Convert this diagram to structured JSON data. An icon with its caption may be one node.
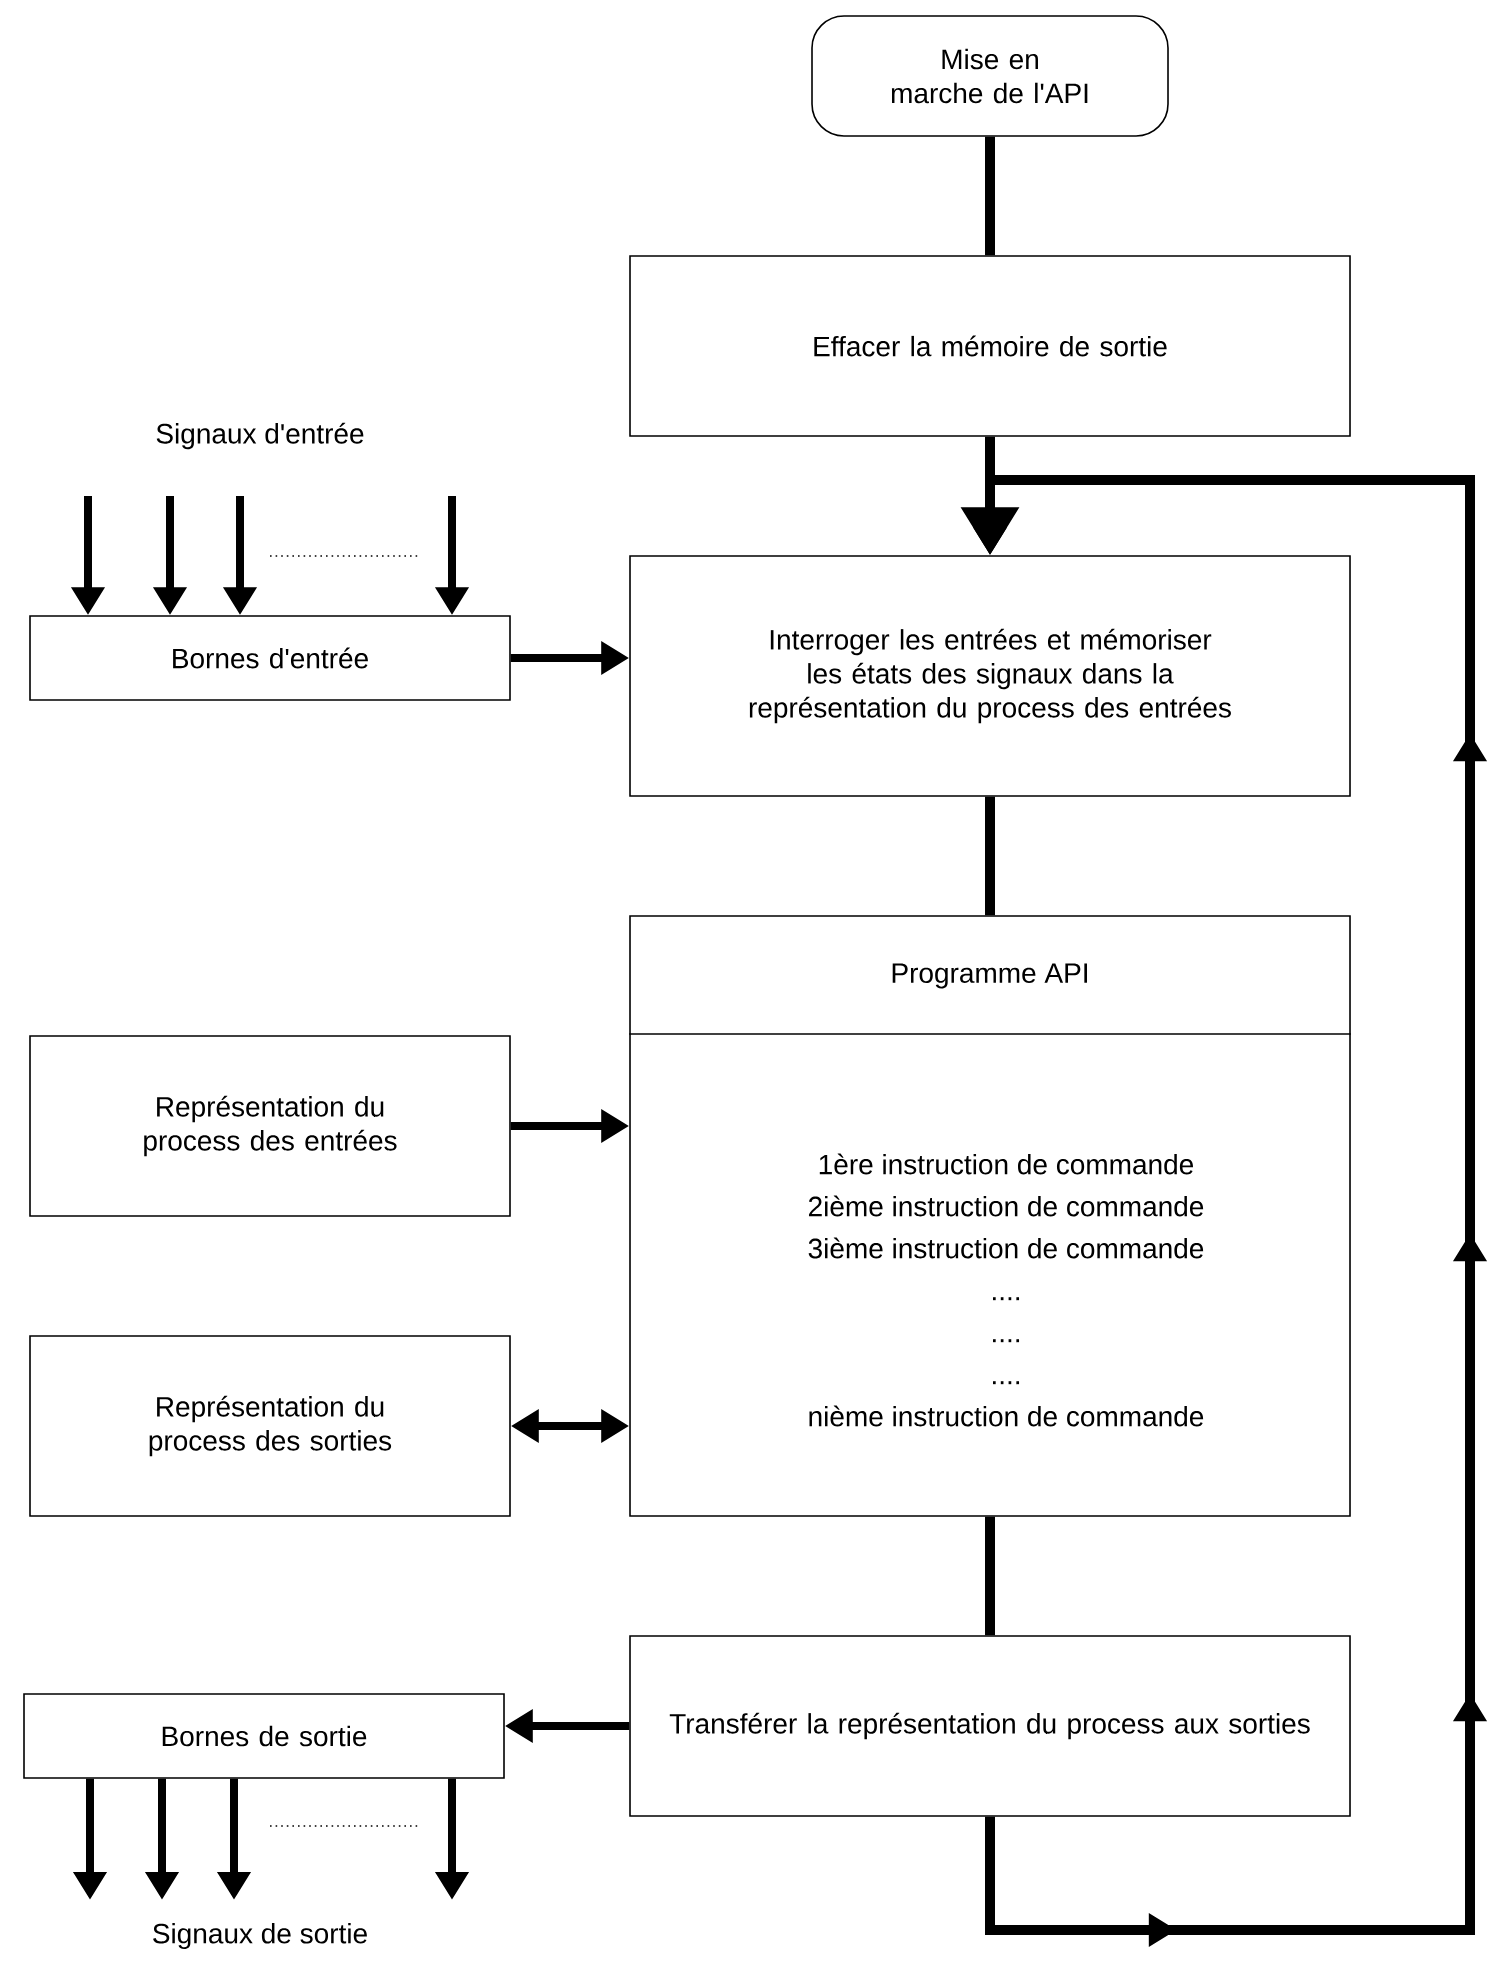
{
  "diagram": {
    "nodes": [
      {
        "text": [
          "Mise en marche de l'API"
        ]
      },
      {
        "text": [
          "Effacer la mémoire de sortie"
        ]
      },
      {
        "text": [
          "Interroger les entrées et mémoriser les états des signaux dans la représentation du process des entrées"
        ]
      },
      {
        "text": [
          "Programme API",
          "1ère instruction de commande",
          "2ième instruction de commande",
          "3ième instruction de commande",
          "....",
          "....",
          "....",
          "nième instruction de commande"
        ]
      },
      {
        "text": [
          "Bornes d'entrée"
        ]
      },
      {
        "text": [
          "Représentation du process des entrées"
        ]
      },
      {
        "text": [
          "Représentation du process des sorties"
        ]
      },
      {
        "text": [
          "Transférer la représentation du process aux sorties"
        ]
      },
      {
        "text": [
          "Bornes de sortie"
        ]
      }
    ],
    "edges": [
      {
        "from": 0,
        "to": 1,
        "arrow": "none"
      },
      {
        "from": 1,
        "to": 2,
        "arrow": "to"
      },
      {
        "from": 2,
        "to": 3,
        "arrow": "none"
      },
      {
        "from": 3,
        "to": 7,
        "arrow": "none"
      },
      {
        "from": 4,
        "to": 2,
        "arrow": "to"
      },
      {
        "from": 5,
        "to": 3,
        "arrow": "to"
      },
      {
        "from": 6,
        "to": 3,
        "arrow": "both"
      },
      {
        "from": 7,
        "to": 8,
        "arrow": "to"
      },
      {
        "from": 7,
        "to": 2,
        "arrow": "to"
      },
      {
        "from": null,
        "to": 4,
        "arrow": "to"
      },
      {
        "from": null,
        "to": 4,
        "arrow": "to"
      },
      {
        "from": null,
        "to": 4,
        "arrow": "to"
      },
      {
        "from": null,
        "to": 4,
        "arrow": "to"
      },
      {
        "from": 8,
        "to": null,
        "arrow": "to"
      },
      {
        "from": 8,
        "to": null,
        "arrow": "to"
      },
      {
        "from": 8,
        "to": null,
        "arrow": "to"
      },
      {
        "from": 8,
        "to": null,
        "arrow": "to"
      }
    ],
    "labels": [
      "Signaux d'entrée",
      "Signaux de sortie"
    ]
  }
}
